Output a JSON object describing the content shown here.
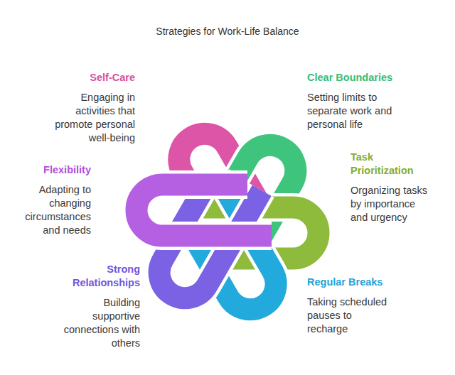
{
  "diagram": {
    "title": "Strategies for Work-Life Balance",
    "labels": [
      "Self-Care",
      "Engaging in activities that promote personal well-being",
      "Clear Boundaries",
      "Setting limits to separate work and personal life",
      "Task Prioritization",
      "Organizing tasks by importance and urgency",
      "Flexibility",
      "Adapting to changing circumstances and needs",
      "Strong Relationships",
      "Building supportive connections with others",
      "Regular Breaks",
      "Taking scheduled pauses to recharge"
    ]
  }
}
